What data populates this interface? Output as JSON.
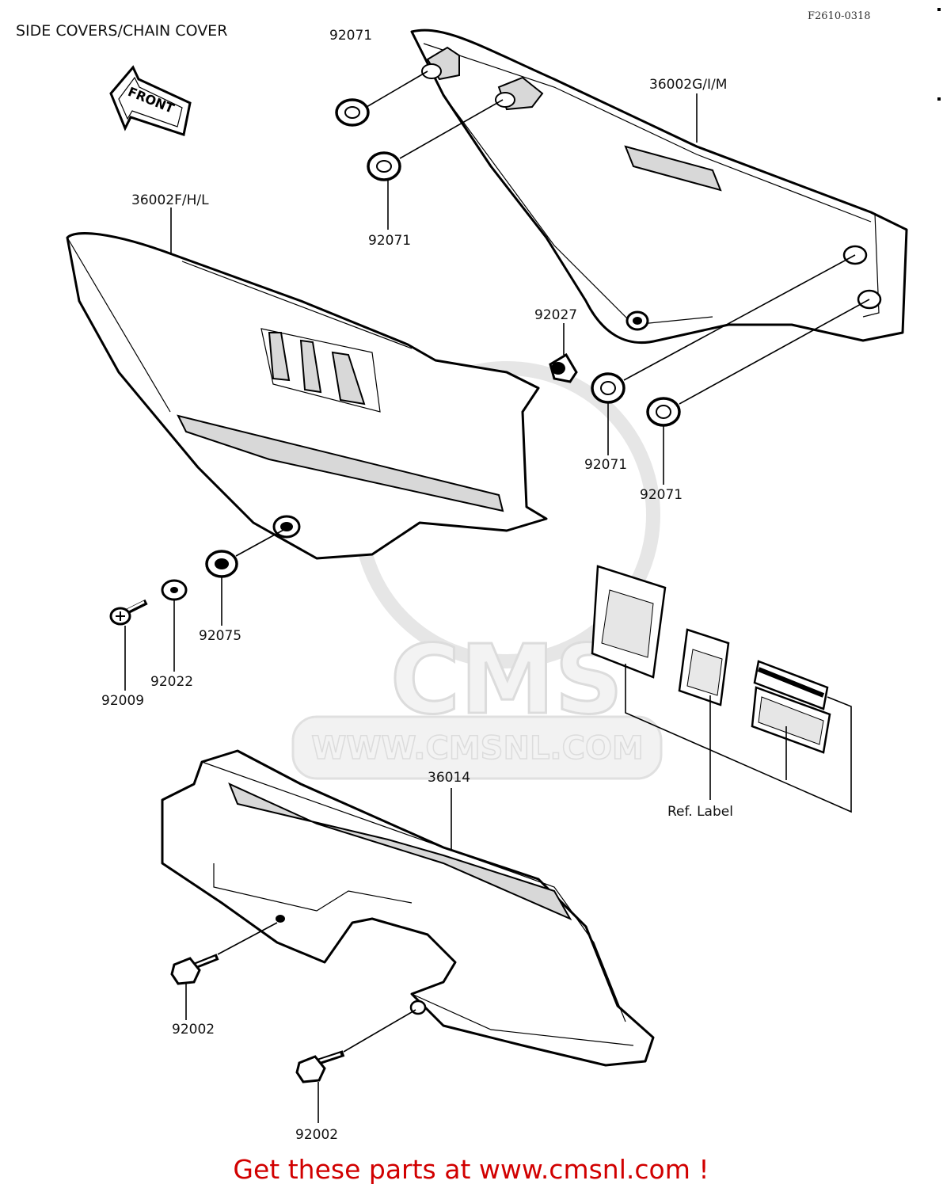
{
  "diagram": {
    "title": "SIDE COVERS/CHAIN COVER",
    "figure_code": "F2610-0318",
    "front_arrow_label": "FRONT",
    "watermark": {
      "brand": "CMS",
      "url": "WWW.CMSNL.COM"
    },
    "callouts": {
      "grommet_top_1": "92071",
      "grommet_top_2": "92071",
      "side_cover_right": "36002G/I/M",
      "side_cover_left": "36002F/H/L",
      "damper": "92027",
      "grommet_mid_1": "92071",
      "grommet_mid_2": "92071",
      "grommet_low": "92075",
      "washer": "92022",
      "screw_small": "92009",
      "chain_cover": "36014",
      "bolt_upper": "92002",
      "bolt_lower": "92002",
      "ref_label": "Ref. Label"
    },
    "promo_text": "Get these parts at www.cmsnl.com !"
  }
}
